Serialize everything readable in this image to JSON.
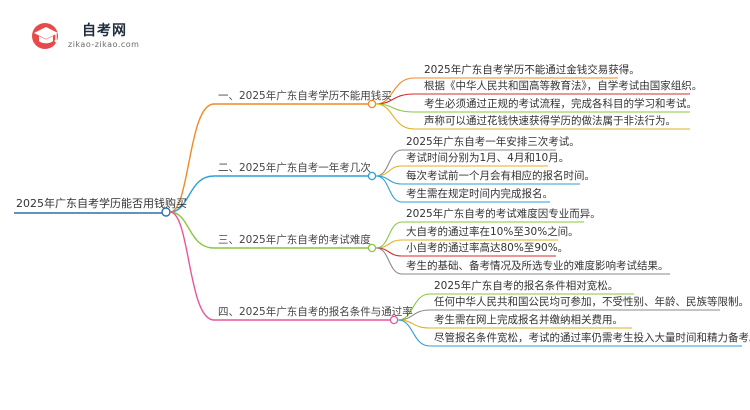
{
  "logo": {
    "title": "自考网",
    "subtitle": "zikao-zikao.com"
  },
  "mindmap": {
    "root": "2025年广东自考学历能否用钱购买",
    "branches": [
      {
        "label": "一、2025年广东自考学历不能用钱买",
        "color": "#f08a24",
        "leaves": [
          "2025年广东自考学历不能通过金钱交易获得。",
          "根据《中华人民共和国高等教育法》，自学考试由国家组织。",
          "考生必须通过正规的考试流程，完成各科目的学习和考试。",
          "声称可以通过花钱快速获得学历的做法属于非法行为。"
        ]
      },
      {
        "label": "二、2025年广东自考一年考几次",
        "color": "#2e9fd8",
        "leaves": [
          "2025年广东自考一年安排三次考试。",
          "考试时间分别为1月、4月和10月。",
          "每次考试前一个月会有相应的报名时间。",
          "考生需在规定时间内完成报名。"
        ]
      },
      {
        "label": "三、2025年广东自考的考试难度",
        "color": "#8cc63f",
        "leaves": [
          "2025年广东自考的考试难度因专业而异。",
          "大自考的通过率在10%至30%之间。",
          "小自考的通过率高达80%至90%。",
          "考生的基础、备考情况及所选专业的难度影响考试结果。"
        ]
      },
      {
        "label": "四、2025年广东自考的报名条件与通过率",
        "color": "#e8559b",
        "leaves": [
          "2025年广东自考的报名条件相对宽松。",
          "任何中华人民共和国公民均可参加，不受性别、年龄、民族等限制。",
          "考生需在网上完成报名并缴纳相关费用。",
          "尽管报名条件宽松，考试的通过率仍需考生投入大量时间和精力备考。"
        ]
      }
    ]
  }
}
